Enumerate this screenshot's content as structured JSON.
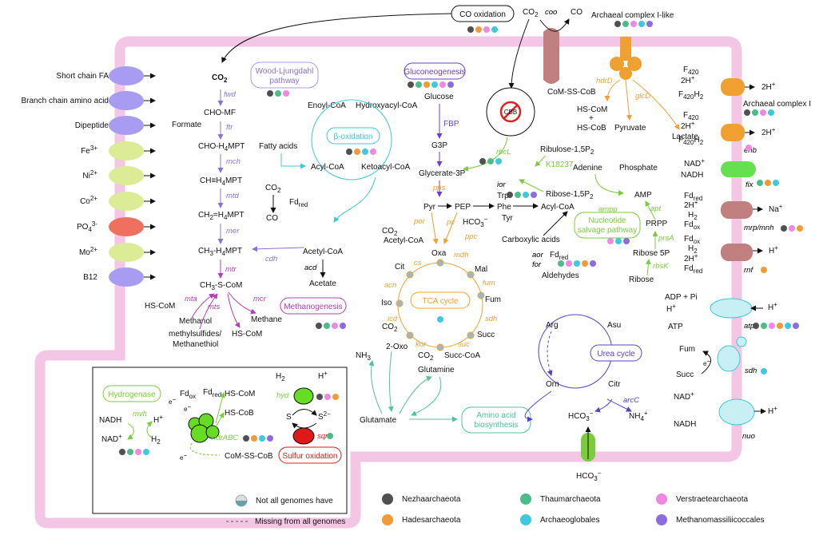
{
  "colors": {
    "membrane": "#f4c6e6",
    "purple": "#8a70d8",
    "violet": "#6b3fc9",
    "magenta": "#b43cb4",
    "cyan": "#3cc8d8",
    "orange": "#f0a030",
    "green": "#7acc3c",
    "teal": "#4ec49a",
    "lavender": "#a79cf2",
    "lime": "#dcec96",
    "red": "#f07060",
    "mauve": "#c08080"
  },
  "dots": {
    "nez": "#505050",
    "had": "#f29a38",
    "tha": "#4cbc8c",
    "arc": "#40c8e0",
    "ver": "#ee88e0",
    "met": "#8c6ce0"
  },
  "texts": {
    "co_oxidation": "CO oxidation",
    "co2_top": "CO",
    "co2_sub": "2",
    "coo": "coo",
    "co": "CO",
    "archaeal_ci_like": "Archaeal complex I-like",
    "short_chain": "Short chain FA",
    "branch_chain": "Branch chain amino acid",
    "dipeptide": "Dipeptide",
    "fe": "Fe",
    "fe_sup": "3+",
    "ni": "Ni",
    "ni_sup": "2+",
    "co_ion": "Co",
    "co_ion_sup": "2+",
    "po": "PO",
    "po_sub": "4",
    "po_sup": "3-",
    "mo": "Mo",
    "mo_sup": "2+",
    "b12": "B12",
    "wlp": "Wood-Ljungdahl",
    "wlp2": "pathway",
    "co2_wl": "CO",
    "fwd": "fwd",
    "cho_mf": "CHO-MF",
    "formate": "Formate",
    "ftr": "ftr",
    "cho_h4": "CHO-H",
    "h4mpt": "MPT",
    "mch": "mch",
    "ch_h4": "CH≡H",
    "mtd": "mtd",
    "ch2_h4": "CH=H",
    "ch2_h4b": "CH",
    "mer": "mer",
    "ch3_h4": "CH",
    "mtr": "mtr",
    "ch3_scom": "CH",
    "scom": "-S-CoM",
    "hs_com": "HS-CoM",
    "mta": "mta",
    "mts": "mts",
    "mcr": "mcr",
    "methanol": "Methanol",
    "methylsulfides": "methylsulfides/",
    "methanethiol": "Methanethiol",
    "hs_com2": "HS-CoM",
    "methane": "Methane",
    "methanogenesis": "Methanogenesis",
    "cdh": "cdh",
    "enoyl": "Enoyl-CoA",
    "hydroxyacyl": "Hydroxyacyl-CoA",
    "beta": "β-oxidation",
    "fatty": "Fatty acids",
    "acyl": "Acyl-CoA",
    "ketoacyl": "Ketoacyl-CoA",
    "co2_b": "CO",
    "fd_red": "Fd",
    "red": "red",
    "co_b": "CO",
    "acetyl": "Acetyl-CoA",
    "acd": "acd",
    "acetate": "Acetate",
    "gluconeogenesis": "Gluconeogenesis",
    "glucose": "Glucose",
    "fbp": "FBP",
    "g3p": "G3P",
    "glycerate": "Glycerate-3P",
    "pps": "pps",
    "pyr": "Pyr",
    "pep": "PEP",
    "trp": "Trp",
    "phe": "Phe",
    "tyr": "Tyr",
    "ior": "ior",
    "acyl2": "Acyl-CoA",
    "por": "por",
    "pc": "pc",
    "hco3": "HCO",
    "ppc": "ppc",
    "co2_p": "CO",
    "acetyl2": "Acetyl-CoA",
    "cs": "cs",
    "oxa": "Oxa",
    "mdh": "mdh",
    "cit": "Cit",
    "mal": "Mal",
    "fum_e": "fum",
    "acn": "acn",
    "fum": "Fum",
    "tca": "TCA cycle",
    "iso": "Iso",
    "icd": "icd",
    "sdh_e": "sdh",
    "co2_t": "CO",
    "succ": "Succ",
    "kor": "kor",
    "suc": "suc",
    "oxo": "2-Oxo",
    "co2_t2": "CO",
    "succoa": "Succ-CoA",
    "cbb": "CBB",
    "codo": "CoM-SS-CoB",
    "hdrd": "hdrD",
    "glcd": "glcD",
    "hscom3": "HS-CoM",
    "plus": "+",
    "hscob": "HS-CoB",
    "pyruvate": "Pyruvate",
    "lactate": "Lactate",
    "rbcl": "rbcL",
    "ribulose": "Ribulose-1,5P",
    "k": "K18237",
    "adenine": "Adenine",
    "phosphate": "Phosphate",
    "ribose15": "Ribose-1,5P",
    "amp": "AMP",
    "ampp": "ampp",
    "apt": "apt",
    "prpp": "PRPP",
    "nucleotide": "Nucleotide",
    "salvage": "salvage pathway",
    "carboxylic": "Carboxylic acids",
    "aor": "aor",
    "for": "for",
    "aldehydes": "Aldehydes",
    "prsa": "prsA",
    "ribose5p": "Ribose 5P",
    "rbsk": "rbsK",
    "ribose": "Ribose",
    "nh3": "NH",
    "glutamine": "Glutamine",
    "glutamate": "Glutamate",
    "amino": "Amino acid",
    "biosynthesis": "biosynthesis",
    "arg": "Arg",
    "asu": "Asu",
    "urea": "Urea cycle",
    "orn": "Orn",
    "citr": "Citr",
    "arcc": "arcC",
    "hco3_u": "HCO",
    "nh4": "NH",
    "hco3_out": "HCO",
    "f420": "F",
    "f420s": "420",
    "h2plus": "2H",
    "sup_plus": "+",
    "f420h2": "F",
    "h2": "H",
    "arc_ci": "Archaeal complex I",
    "ehb": "ehb",
    "nad": "NAD",
    "nadh": "NADH",
    "fix": "fix",
    "fd": "Fd",
    "ox": "ox",
    "mrp": "mrp/mnh",
    "na": "Na",
    "rnf": "rnf",
    "adp": "ADP + Pi",
    "hplus": "H",
    "atp": "ATP",
    "atp_e": "atp",
    "fum2": "Fum",
    "succ2": "Succ",
    "sdh2": "sdh",
    "eminus": "e",
    "nuo": "nuo",
    "hydrogenase": "Hydrogenase",
    "mvh": "mvh",
    "nadh2": "NADH",
    "nad2": "NAD",
    "hdrabc": "hdrABC",
    "codo2": "CoM-SS-CoB",
    "hscom4": "HS-CoM",
    "hscob2": "HS-CoB",
    "hyd": "hyd",
    "s": "S",
    "s2": "S",
    "s2sup": "2−",
    "sqr": "sqr",
    "sulfur": "Sulfur oxidation",
    "legend_partial": "Not all genomes have",
    "legend_missing": "Missing from all genomes",
    "lg_nez": "Nezhaarchaeota",
    "lg_had": "Hadesarchaeota",
    "lg_tha": "Thaumarchaeota",
    "lg_arc": "Archaeoglobales",
    "lg_ver": "Verstraetearchaeota",
    "lg_met": "Methanomassiliicoccales"
  }
}
